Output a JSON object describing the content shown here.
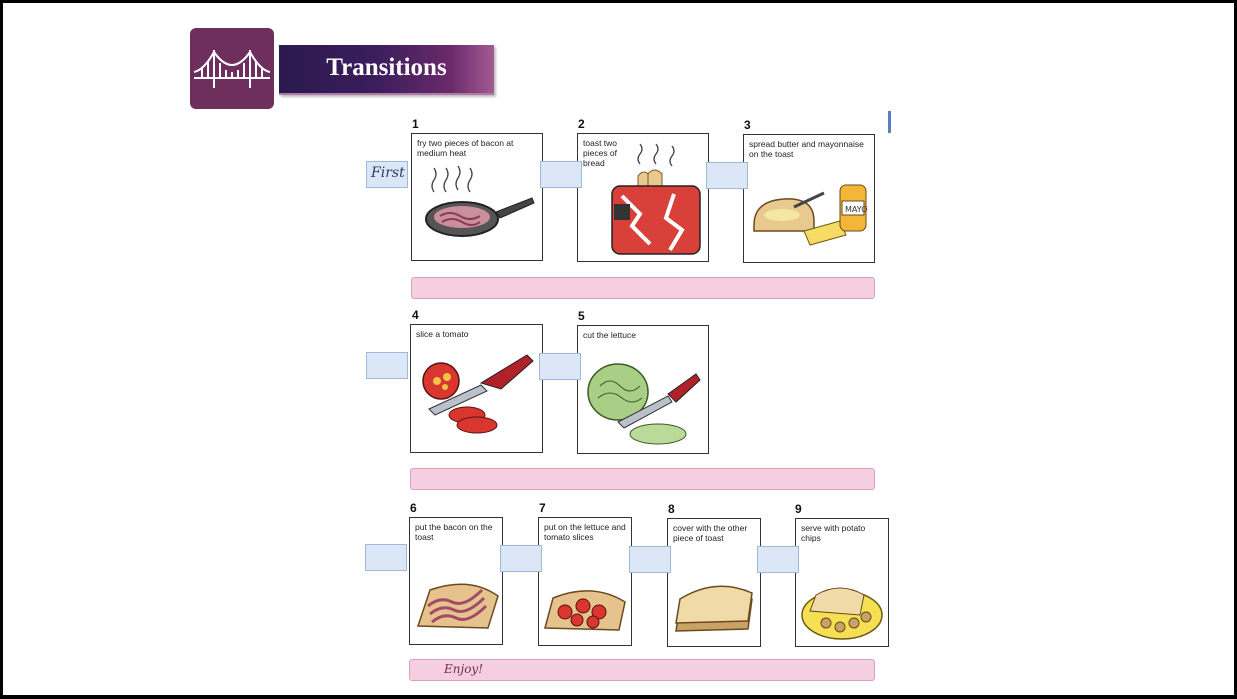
{
  "header": {
    "title": "Transitions",
    "logo_icon": "bridge-icon",
    "colors": {
      "logo_bg": "#6e2f5f",
      "banner_start": "#2a1a4e",
      "banner_end": "#a45a93"
    }
  },
  "rows": [
    {
      "steps": [
        {
          "number": "1",
          "text": "fry two pieces of bacon at medium heat",
          "image": "frying-pan-icon"
        },
        {
          "number": "2",
          "text": "toast two pieces of bread",
          "image": "toaster-icon"
        },
        {
          "number": "3",
          "text": "spread butter and mayonnaise on the toast",
          "image": "toast-butter-mayo-icon"
        }
      ],
      "blanks": [
        "First",
        "",
        ""
      ],
      "answer": ""
    },
    {
      "steps": [
        {
          "number": "4",
          "text": "slice a tomato",
          "image": "tomato-knife-icon"
        },
        {
          "number": "5",
          "text": "cut the lettuce",
          "image": "lettuce-knife-icon"
        }
      ],
      "blanks": [
        "",
        ""
      ],
      "answer": ""
    },
    {
      "steps": [
        {
          "number": "6",
          "text": "put the bacon on the toast",
          "image": "bacon-toast-icon"
        },
        {
          "number": "7",
          "text": "put on the lettuce and tomato slices",
          "image": "tomato-toast-icon"
        },
        {
          "number": "8",
          "text": "cover with the other piece of toast",
          "image": "sandwich-icon"
        },
        {
          "number": "9",
          "text": "serve with potato chips",
          "image": "sandwich-plate-icon"
        }
      ],
      "blanks": [
        "",
        "",
        "",
        ""
      ],
      "answer": "Enjoy!"
    }
  ]
}
